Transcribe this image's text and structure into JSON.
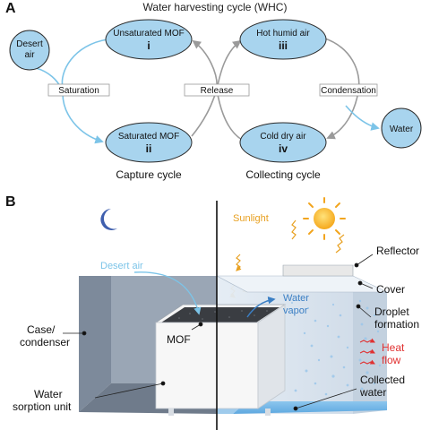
{
  "panel_a": {
    "letter": "A",
    "title": "Water harvesting cycle (WHC)",
    "nodes": {
      "desert_air": [
        "Desert",
        "air"
      ],
      "unsaturated": {
        "label": "Unsaturated MOF",
        "numeral": "i"
      },
      "saturated": {
        "label": "Saturated MOF",
        "numeral": "ii"
      },
      "hot_humid": {
        "label": "Hot humid air",
        "numeral": "iii"
      },
      "cold_dry": {
        "label": "Cold dry air",
        "numeral": "iv"
      },
      "water": "Water"
    },
    "steps": {
      "saturation": "Saturation",
      "release": "Release",
      "condensation": "Condensation"
    },
    "cycles": {
      "capture": "Capture cycle",
      "collecting": "Collecting cycle"
    }
  },
  "panel_b": {
    "letter": "B",
    "labels": {
      "sunlight": "Sunlight",
      "reflector": "Reflector",
      "desert_air": "Desert air",
      "water_vapor": [
        "Water",
        "vapor"
      ],
      "cover": "Cover",
      "droplet_formation": [
        "Droplet",
        "formation"
      ],
      "case_condenser": [
        "Case/",
        "condenser"
      ],
      "mof": "MOF",
      "heat_flow": [
        "Heat",
        "flow"
      ],
      "collected_water": [
        "Collected",
        "water"
      ],
      "water_sorption_unit": [
        "Water",
        "sorption unit"
      ]
    }
  },
  "colors": {
    "node_fill": "#a8d4ee",
    "node_stroke": "#2a2a2a",
    "capture_arrow": "#7cc4e8",
    "release_arrow": "#9a9a9a",
    "vapor_text": "#3b7fc4",
    "sunlight": "#e8a020",
    "heat": "#e03030",
    "case_fill": "#8a96a6",
    "water": "#6fb3e6"
  }
}
